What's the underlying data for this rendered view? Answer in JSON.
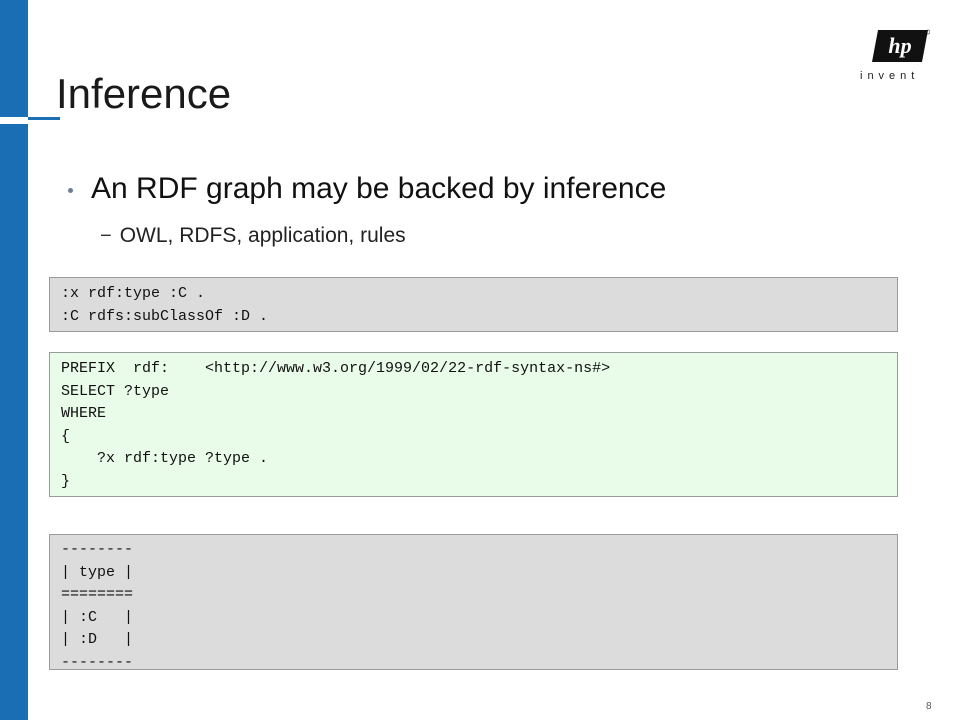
{
  "slide": {
    "title": "Inference",
    "bullets": [
      {
        "text": "An RDF graph may be backed by inference",
        "sub": [
          {
            "dash": "−",
            "text": "OWL, RDFS, application, rules"
          }
        ]
      }
    ],
    "data_block": [
      ":x rdf:type :C .",
      ":C rdfs:subClassOf :D ."
    ],
    "query_block": [
      "PREFIX  rdf:    <http://www.w3.org/1999/02/22-rdf-syntax-ns#>",
      "SELECT ?type",
      "WHERE",
      "{",
      "    ?x rdf:type ?type .",
      "}"
    ],
    "result_block": [
      "--------",
      "| type |",
      "========",
      "| :C   |",
      "| :D   |",
      "--------"
    ],
    "page_number": "8"
  },
  "logo": {
    "brand": "hp",
    "tagline": "invent",
    "icon": "hp-logo-icon"
  },
  "colors": {
    "accent_bar": "#1a6fb4",
    "data_box_bg": "#dcdcdc",
    "query_box_bg": "#e9fbe9",
    "result_box_bg": "#dcdcdc"
  }
}
